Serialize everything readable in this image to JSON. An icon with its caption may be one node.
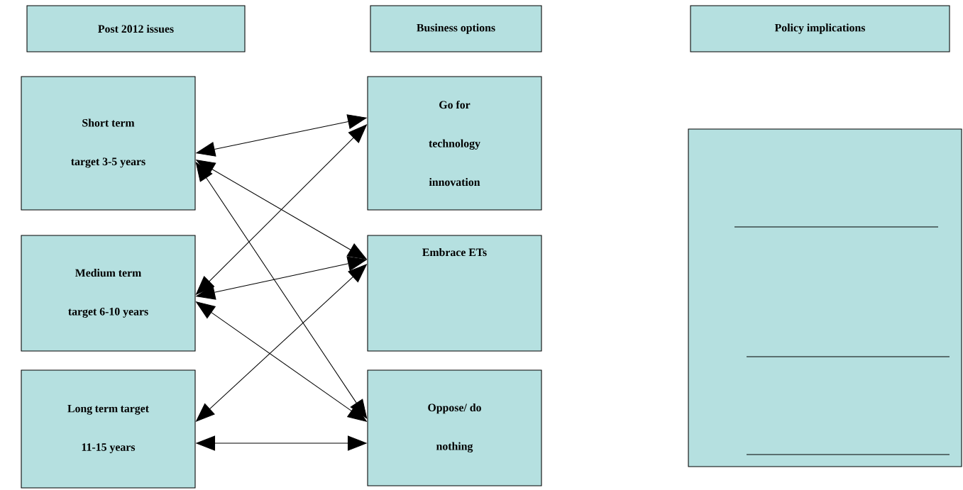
{
  "diagram": {
    "nodes": [
      {
        "text": [
          "Post 2012 issues"
        ]
      },
      {
        "text": [
          "Business options"
        ]
      },
      {
        "text": [
          "Policy implications"
        ]
      },
      {
        "text": [
          "Short term target 3-5 years"
        ]
      },
      {
        "text": [
          "Medium term target 6-10 years"
        ]
      },
      {
        "text": [
          "Long term target 11-15 years"
        ]
      },
      {
        "text": [
          "Go for technology innovation"
        ]
      },
      {
        "text": [
          "Embrace ETs"
        ]
      },
      {
        "text": [
          "Oppose/ do nothing"
        ]
      },
      {
        "text": [],
        "shape": "box"
      }
    ],
    "edges": [
      {
        "from": 3,
        "to": 6,
        "arrow": "both"
      },
      {
        "from": 3,
        "to": 7,
        "arrow": "both"
      },
      {
        "from": 3,
        "to": 8,
        "arrow": "both"
      },
      {
        "from": 4,
        "to": 6,
        "arrow": "both"
      },
      {
        "from": 4,
        "to": 7,
        "arrow": "both"
      },
      {
        "from": 4,
        "to": 8,
        "arrow": "both"
      },
      {
        "from": 5,
        "to": 7,
        "arrow": "both"
      },
      {
        "from": 5,
        "to": 8,
        "arrow": "both"
      }
    ]
  }
}
